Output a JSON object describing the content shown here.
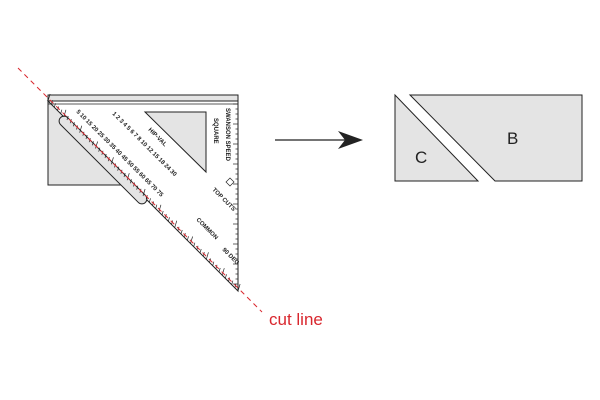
{
  "labels": {
    "cut_line": "cut line",
    "piece_c": "C",
    "piece_b": "B"
  },
  "square_text": {
    "brand": "SWANSON SPEED",
    "brand2": "SQUARE",
    "hip_val": "HIP-VAL",
    "top_cuts": "TOP CUTS",
    "common": "COMMON",
    "deg": "90 DEG.",
    "scale_common": "5 10 15 20 25 30 35 40 45 50 55 60 65 70 75",
    "scale_hip": "1 2 3 4 5 6 7 8 10 12 15 18 24 30"
  },
  "colors": {
    "cut_line": "#d9272e",
    "board_fill": "#e4e4e4",
    "outline": "#222222"
  }
}
